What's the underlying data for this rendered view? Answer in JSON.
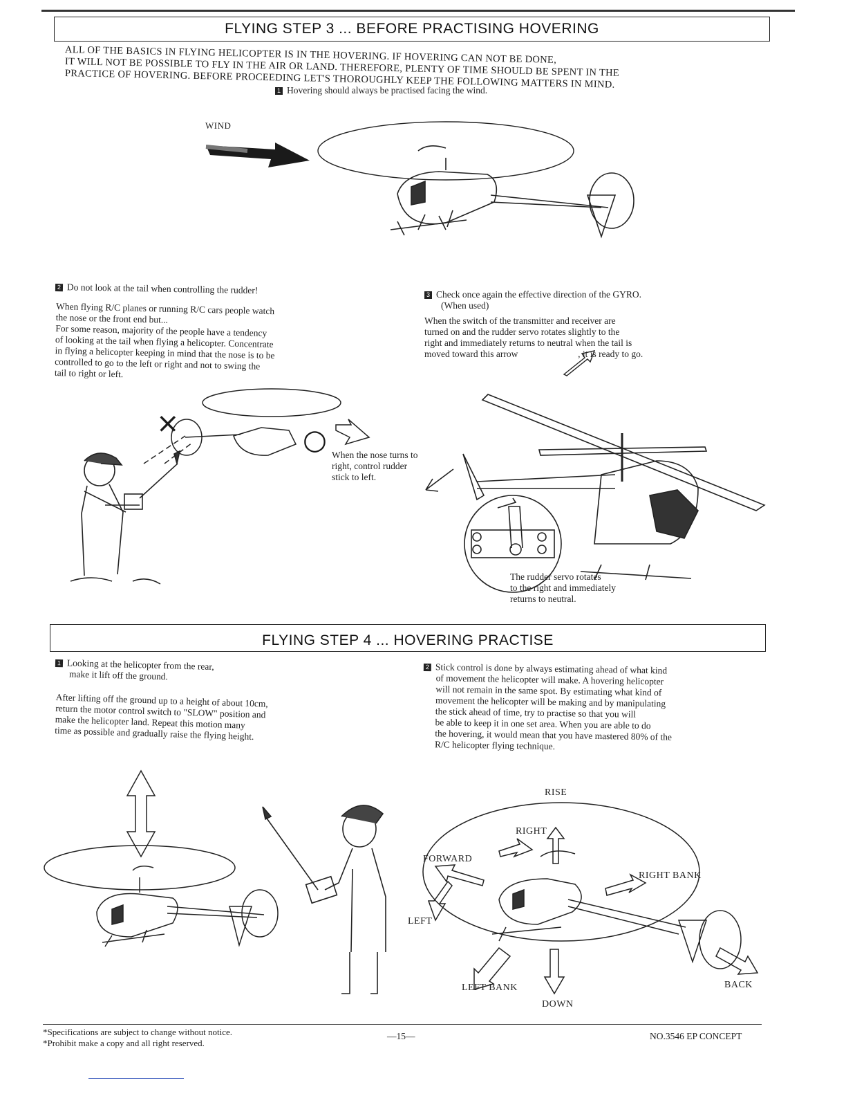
{
  "step3": {
    "header": "FLYING STEP 3 ... BEFORE PRACTISING HOVERING",
    "intro": [
      "ALL OF THE BASICS IN FLYING HELICOPTER IS IN THE HOVERING. IF HOVERING CAN NOT BE DONE,",
      "IT WILL NOT BE POSSIBLE TO FLY IN THE AIR OR LAND.  THEREFORE, PLENTY OF TIME SHOULD BE SPENT IN THE",
      "PRACTICE OF HOVERING.   BEFORE PROCEEDING LET'S THOROUGHLY KEEP THE FOLLOWING MATTERS IN MIND."
    ],
    "item1": {
      "num": "1",
      "text": "Hovering should always be practised facing the wind."
    },
    "wind_label": "WIND",
    "item2": {
      "num": "2",
      "title": "Do not look at the tail when controlling the rudder!",
      "lines": [
        "When flying R/C planes or running R/C cars people watch",
        "the nose or the front end but...",
        "For some reason, majority of the people have a tendency",
        "of looking at the tail when flying a helicopter.   Concentrate",
        "in flying a helicopter keeping in mind that the nose is to be",
        "controlled to go to the left or right and not to swing the",
        "tail to right or left."
      ]
    },
    "item3": {
      "num": "3",
      "title_lines": [
        "Check once again the effective direction of the GYRO.",
        "(When used)"
      ],
      "lines": [
        "When the switch of the transmitter and receiver are",
        "turned on and the    rudder servo rotates slightly to the",
        "right and immediately returns to neutral when the tail is",
        "moved toward this arrow"
      ],
      "ready": ",   it is ready to go."
    },
    "nose_caption": [
      "When the nose turns to",
      "right, control rudder",
      "stick to left."
    ],
    "servo_caption": [
      "The rudder servo rotates",
      "to the right and immediately",
      "returns to neutral."
    ],
    "wrong_mark": "×",
    "right_mark": "○"
  },
  "step4": {
    "header": "FLYING STEP 4 ... HOVERING PRACTISE",
    "item1": {
      "num": "1",
      "title_lines": [
        "Looking at the helicopter from the rear,",
        "make it lift off the ground."
      ],
      "lines": [
        "After lifting off the ground up to a height of about 10cm,",
        "return the motor control switch to \"SLOW\" position and",
        "make the helicopter land.   Repeat this motion many",
        "time as possible and gradually raise the flying height."
      ]
    },
    "item2": {
      "num": "2",
      "lines": [
        "Stick control is done by always estimating ahead of what kind",
        "of movement the helicopter will make.   A hovering helicopter",
        "will not remain in the same spot.   By estimating what kind of",
        "movement the helicopter will be making and by manipulating",
        "the stick ahead of time, try to practise so that you will",
        "be able to keep it in one set area.   When you are able to do",
        "the hovering, it would mean that you have mastered 80% of the",
        "R/C helicopter flying technique."
      ]
    },
    "directions": {
      "rise": "RISE",
      "right": "RIGHT",
      "forward": "FORWARD",
      "right_bank": "RIGHT BANK",
      "left": "LEFT",
      "left_bank": "LEFT BANK",
      "back": "BACK",
      "down": "DOWN"
    }
  },
  "footer": {
    "notes": [
      "*Specifications are subject to change without notice.",
      "*Prohibit make a copy and all right reserved."
    ],
    "page": "—15—",
    "model": "NO.3546 EP CONCEPT"
  }
}
